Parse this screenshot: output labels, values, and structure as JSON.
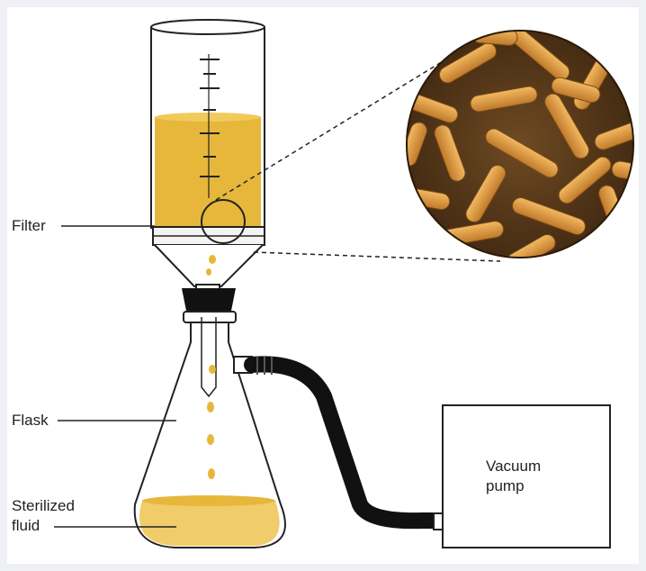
{
  "labels": {
    "filter": "Filter",
    "flask": "Flask",
    "sterilized_fluid": "Sterilized fluid",
    "vacuum_pump": "Vacuum pump"
  },
  "colors": {
    "fluid": "#e6b73a",
    "bacteria": "#d99a3c",
    "background": "#eef0f3",
    "outline": "#222222"
  }
}
